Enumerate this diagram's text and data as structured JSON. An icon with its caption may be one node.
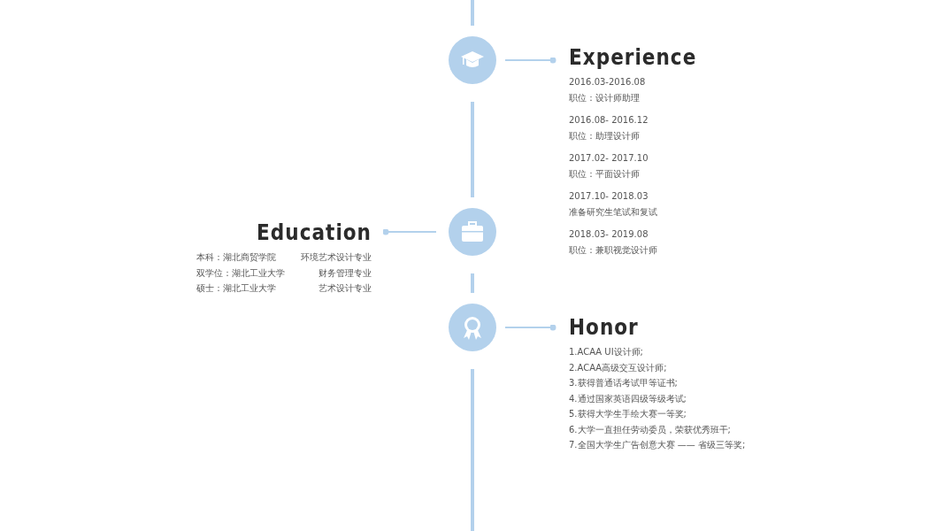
{
  "diagram": {
    "nodes": [
      {
        "text": [],
        "shape": "circle"
      },
      {
        "text": [
          "Experience",
          "2016.03-2016.08",
          "职位：设计师助理",
          "2016.08- 2016.12",
          "职位：助理设计师",
          "2017.02- 2017.10",
          "职位：平面设计师",
          "2017.10- 2018.03",
          "准备研究生笔试和复试",
          "2018.03- 2019.08",
          "职位：兼职视觉设计师"
        ]
      },
      {
        "text": [],
        "shape": "circle"
      },
      {
        "text": [
          "Education",
          "本科：湖北商贸学院",
          "环境艺术设计专业",
          "双学位：湖北工业大学",
          "财务管理专业",
          "硕士：湖北工业大学",
          "艺术设计专业"
        ]
      },
      {
        "text": [],
        "shape": "circle"
      },
      {
        "text": [
          "Honor",
          "1.ACAA UI设计师;",
          "2.ACAA高级交互设计师;",
          "3.获得普通话考试甲等证书;",
          "4.通过国家英语四级等级考试;",
          "5.获得大学生手绘大赛一等奖;",
          "6.大学一直担任劳动委员，荣获优秀班干;",
          "7.全国大学生广告创意大赛 —— 省级三等奖;"
        ]
      }
    ],
    "edges": [
      {
        "from": null,
        "to": 0,
        "arrow": "none"
      },
      {
        "from": 0,
        "to": 2,
        "arrow": "none"
      },
      {
        "from": 2,
        "to": 4,
        "arrow": "none"
      },
      {
        "from": 4,
        "to": null,
        "arrow": "none"
      },
      {
        "from": 0,
        "to": 1,
        "arrow": "other"
      },
      {
        "from": 2,
        "to": 3,
        "arrow": "other"
      },
      {
        "from": 4,
        "to": 5,
        "arrow": "other"
      }
    ]
  }
}
